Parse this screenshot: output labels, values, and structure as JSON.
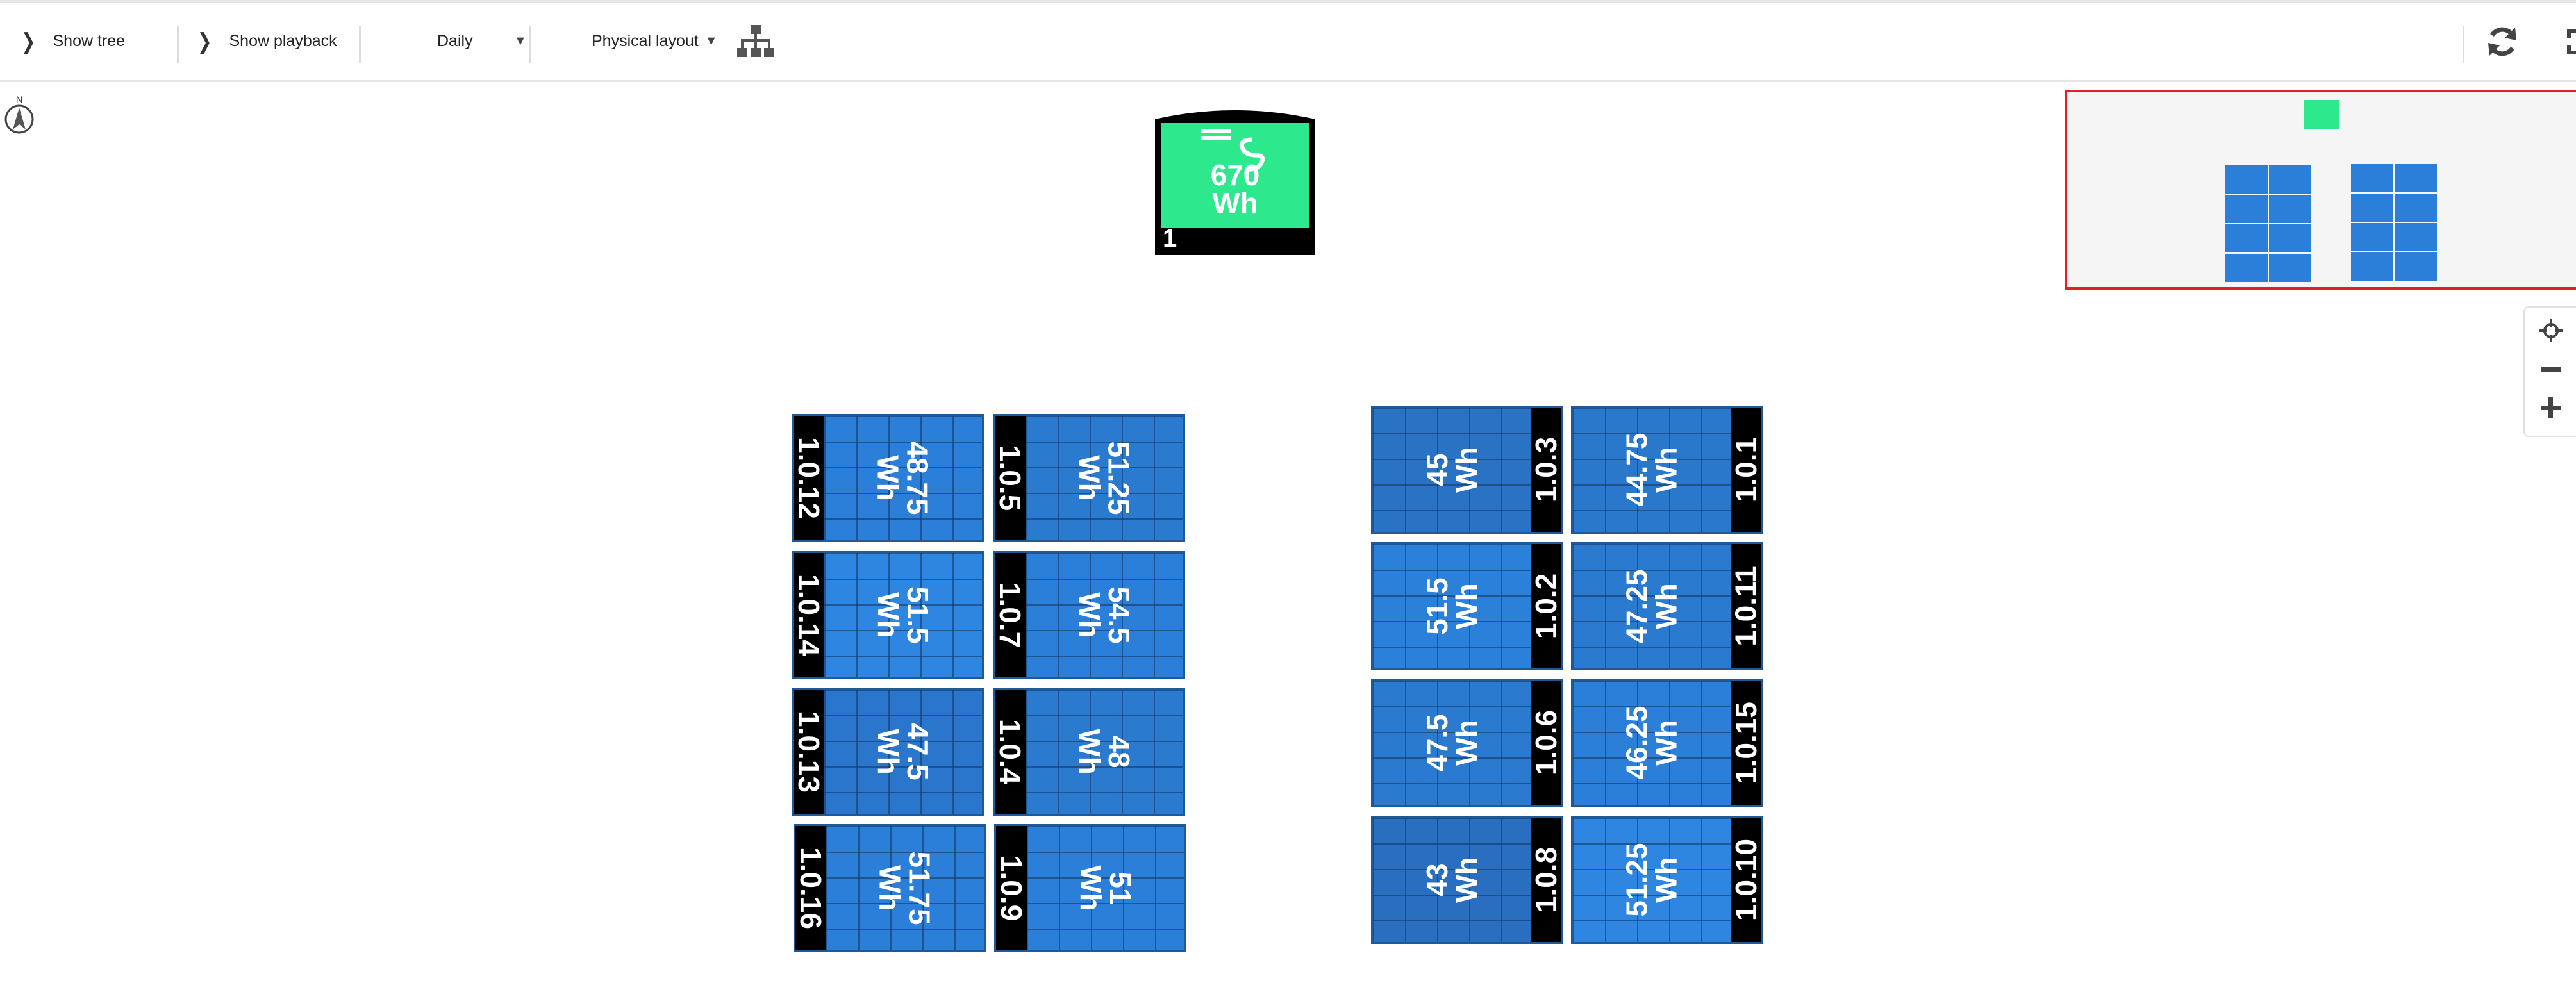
{
  "toolbar": {
    "show_tree": "Show tree",
    "show_playback": "Show playback",
    "period": "Daily",
    "layout": "Physical layout"
  },
  "compass": {
    "label": "N"
  },
  "gateway": {
    "value": "670",
    "unit": "Wh",
    "id": "1",
    "color": "#2de88c"
  },
  "panels": [
    {
      "id": "1.0.12",
      "value": "48.75",
      "unit": "Wh"
    },
    {
      "id": "1.0.5",
      "value": "51.25",
      "unit": "Wh"
    },
    {
      "id": "1.0.14",
      "value": "51.5",
      "unit": "Wh"
    },
    {
      "id": "1.0.7",
      "value": "54.5",
      "unit": "Wh"
    },
    {
      "id": "1.0.13",
      "value": "47.5",
      "unit": "Wh"
    },
    {
      "id": "1.0.4",
      "value": "48",
      "unit": "Wh"
    },
    {
      "id": "1.0.16",
      "value": "51.75",
      "unit": "Wh"
    },
    {
      "id": "1.0.9",
      "value": "51",
      "unit": "Wh"
    },
    {
      "id": "1.0.3",
      "value": "45",
      "unit": "Wh"
    },
    {
      "id": "1.0.1",
      "value": "44.75",
      "unit": "Wh"
    },
    {
      "id": "1.0.2",
      "value": "51.5",
      "unit": "Wh"
    },
    {
      "id": "1.0.11",
      "value": "47.25",
      "unit": "Wh"
    },
    {
      "id": "1.0.6",
      "value": "47.5",
      "unit": "Wh"
    },
    {
      "id": "1.0.15",
      "value": "46.25",
      "unit": "Wh"
    },
    {
      "id": "1.0.8",
      "value": "43",
      "unit": "Wh"
    },
    {
      "id": "1.0.10",
      "value": "51.25",
      "unit": "Wh"
    }
  ],
  "colors": {
    "panel_blue": "#2b7fd8",
    "panel_blue_dark": "#2a73c4",
    "gateway_green": "#2de88c",
    "minimap_border": "#e01f2a"
  },
  "icons": [
    "chevron-right-icon",
    "caret-down-icon",
    "hierarchy-icon",
    "refresh-icon",
    "fullscreen-icon",
    "compass-icon",
    "recenter-icon",
    "zoom-out-icon",
    "zoom-in-icon"
  ]
}
